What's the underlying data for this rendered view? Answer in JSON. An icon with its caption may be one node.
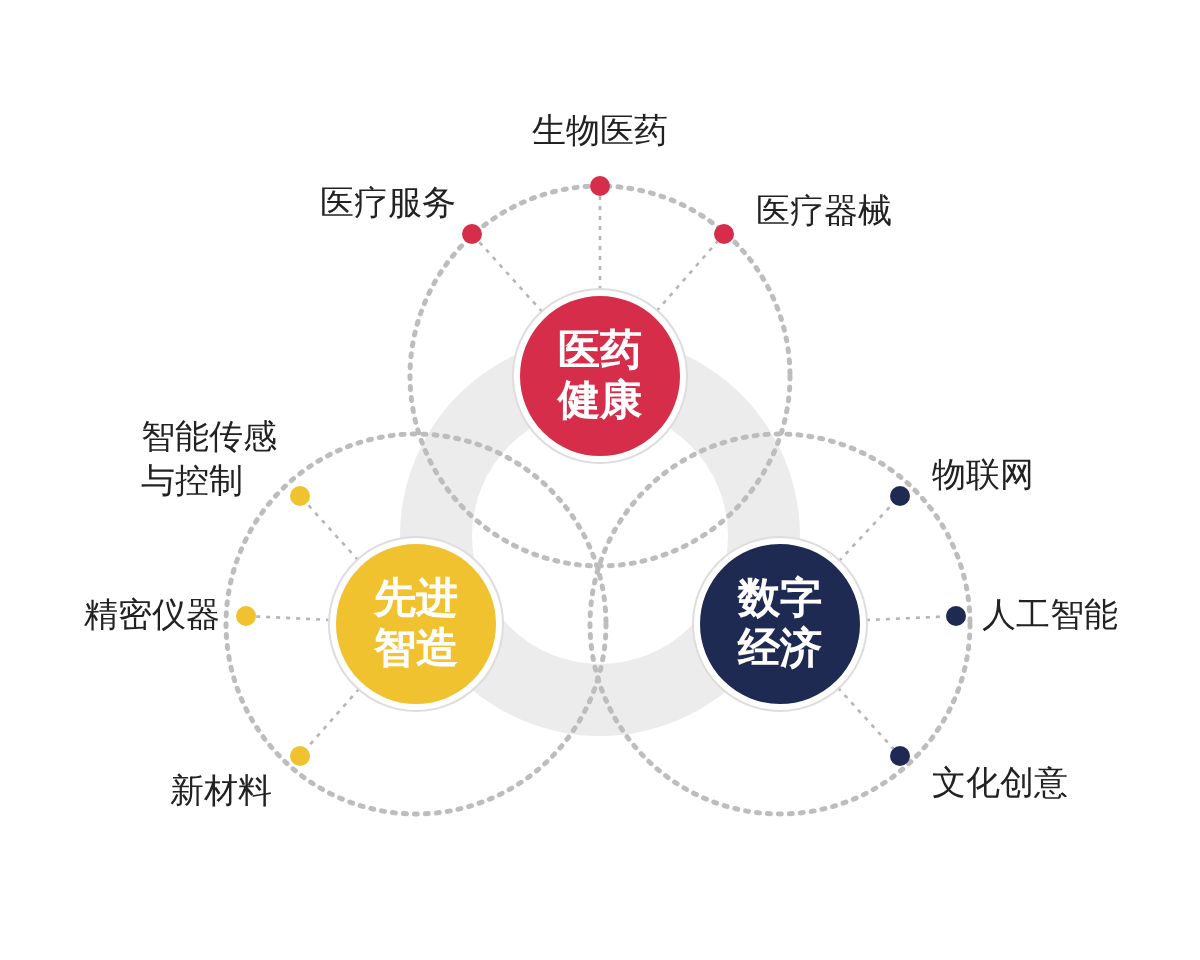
{
  "diagram": {
    "nodes": [
      {
        "text": [
          "医药健康"
        ]
      },
      {
        "text": [],
        "shape": "circle",
        "beside": [
          "医疗服务"
        ]
      },
      {
        "text": [],
        "shape": "circle",
        "beside": [
          "生物医药"
        ]
      },
      {
        "text": [],
        "shape": "circle",
        "beside": [
          "医疗器械"
        ]
      },
      {
        "text": [
          "先进智造"
        ]
      },
      {
        "text": [],
        "shape": "circle",
        "beside": [
          "智能传感与控制"
        ]
      },
      {
        "text": [],
        "shape": "circle",
        "beside": [
          "精密仪器"
        ]
      },
      {
        "text": [],
        "shape": "circle",
        "beside": [
          "新材料"
        ]
      },
      {
        "text": [
          "数字经济"
        ]
      },
      {
        "text": [],
        "shape": "circle",
        "beside": [
          "物联网"
        ]
      },
      {
        "text": [],
        "shape": "circle",
        "beside": [
          "人工智能"
        ]
      },
      {
        "text": [],
        "shape": "circle",
        "beside": [
          "文化创意"
        ]
      }
    ],
    "edges": [
      {
        "from": 0,
        "to": 1,
        "arrow": "none",
        "style": "dashed"
      },
      {
        "from": 0,
        "to": 2,
        "arrow": "none",
        "style": "dashed"
      },
      {
        "from": 0,
        "to": 3,
        "arrow": "none",
        "style": "dashed"
      },
      {
        "from": 4,
        "to": 5,
        "arrow": "none",
        "style": "dashed"
      },
      {
        "from": 4,
        "to": 6,
        "arrow": "none",
        "style": "dashed"
      },
      {
        "from": 4,
        "to": 7,
        "arrow": "none",
        "style": "dashed"
      },
      {
        "from": 8,
        "to": 9,
        "arrow": "none",
        "style": "dashed"
      },
      {
        "from": 8,
        "to": 10,
        "arrow": "none",
        "style": "dashed"
      },
      {
        "from": 8,
        "to": 11,
        "arrow": "none",
        "style": "dashed"
      }
    ]
  }
}
